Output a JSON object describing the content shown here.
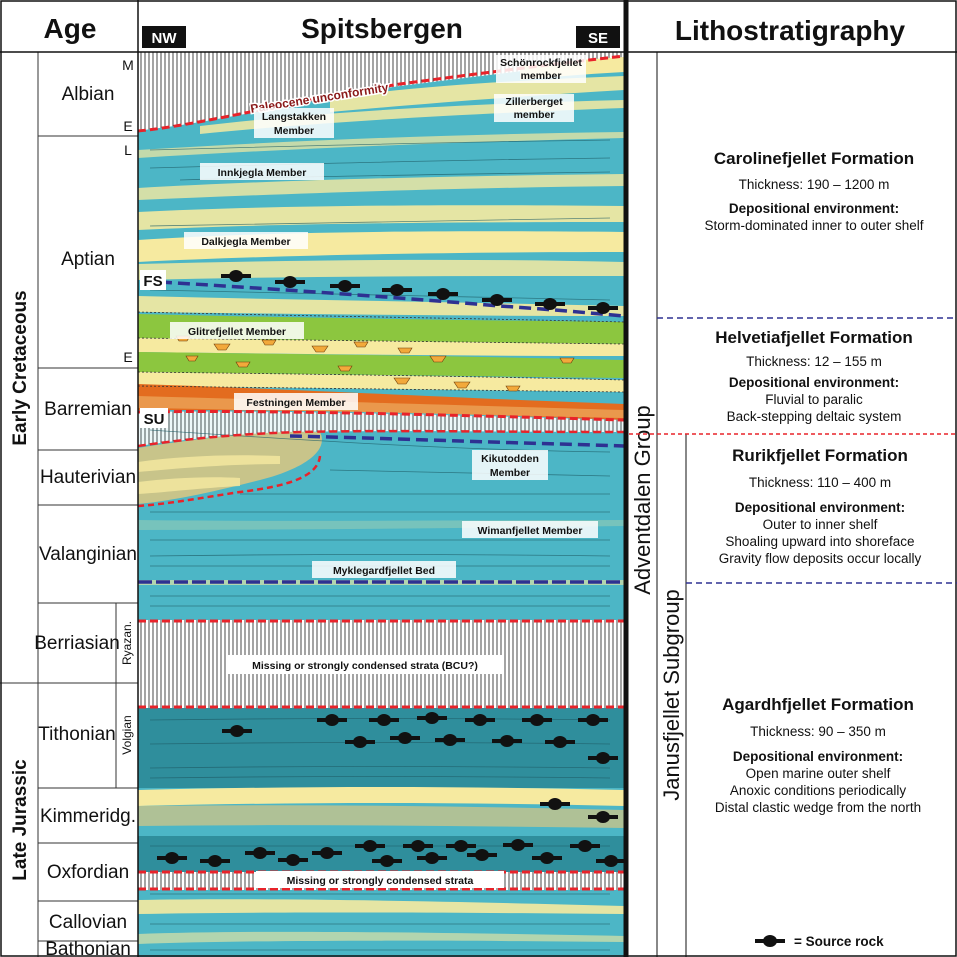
{
  "headers": {
    "age": "Age",
    "section": "Spitsbergen",
    "nw": "NW",
    "se": "SE",
    "litho": "Lithostratigraphy"
  },
  "epochs": [
    "Early Cretaceous",
    "Late Jurassic"
  ],
  "stages": [
    "Albian",
    "Aptian",
    "Barremian",
    "Hauterivian",
    "Valanginian",
    "Berriasian",
    "Tithonian",
    "Kimmeridg.",
    "Oxfordian",
    "Callovian",
    "Bathonian"
  ],
  "substage_marks": {
    "albian_top": "M",
    "albian_bottom": "E",
    "aptian_top": "L",
    "aptian_bottom": "E"
  },
  "regional_stages": [
    "Ryazan.",
    "Volgian"
  ],
  "section_labels": {
    "paleocene": "Paleocene unconformity",
    "schonrockfjellet": [
      "Schönrockfjellet",
      "member"
    ],
    "zillerberget": [
      "Zillerberget",
      "member"
    ],
    "langstakken": [
      "Langstakken",
      "Member"
    ],
    "innkjegla": "Innkjegla Member",
    "dalkjegla": "Dalkjegla Member",
    "fs": "FS",
    "glitrefjellet": "Glitrefjellet Member",
    "festningen": "Festningen Member",
    "su": "SU",
    "kikutodden": [
      "Kikutodden",
      "Member"
    ],
    "wimanfjellet": "Wimanfjellet Member",
    "myklegardfjellet": "Myklegardfjellet Bed",
    "missing_bcu": "Missing or strongly condensed strata (BCU?)",
    "missing_oxf": "Missing or strongly condensed strata"
  },
  "groups": {
    "group": "Adventdalen Group",
    "subgroup": "Janusfjellet Subgroup"
  },
  "formations": [
    {
      "name": "Carolinefjellet Formation",
      "thickness": "Thickness: 190 – 1200 m",
      "env_title": "Depositional environment:",
      "env": [
        "Storm-dominated inner to outer shelf"
      ]
    },
    {
      "name": "Helvetiafjellet Formation",
      "thickness": "Thickness: 12 – 155 m",
      "env_title": "Depositional environment:",
      "env": [
        "Fluvial to paralic",
        "Back-stepping deltaic system"
      ]
    },
    {
      "name": "Rurikfjellet Formation",
      "thickness": "Thickness: 110 – 400 m",
      "env_title": "Depositional environment:",
      "env": [
        "Outer to inner shelf",
        "Shoaling upward into shoreface",
        "Gravity flow deposits occur locally"
      ]
    },
    {
      "name": "Agardhfjellet Formation",
      "thickness": "Thickness: 90 – 350 m",
      "env_title": "Depositional environment:",
      "env": [
        "Open marine outer shelf",
        "Anoxic conditions periodically",
        "Distal clastic wedge from the north"
      ]
    }
  ],
  "legend": {
    "source_rock": "= Source rock",
    "icon": "source-rock-symbol"
  },
  "colors": {
    "mudstone": "#4cb6c6",
    "dark_mudstone": "#2f8e9c",
    "sandstone": "#f6eaa0",
    "green_unit": "#8cc63f",
    "orange_unit": "#e36c1f",
    "unconformity": "#e8232a",
    "flooding_surface": "#2e3192"
  }
}
